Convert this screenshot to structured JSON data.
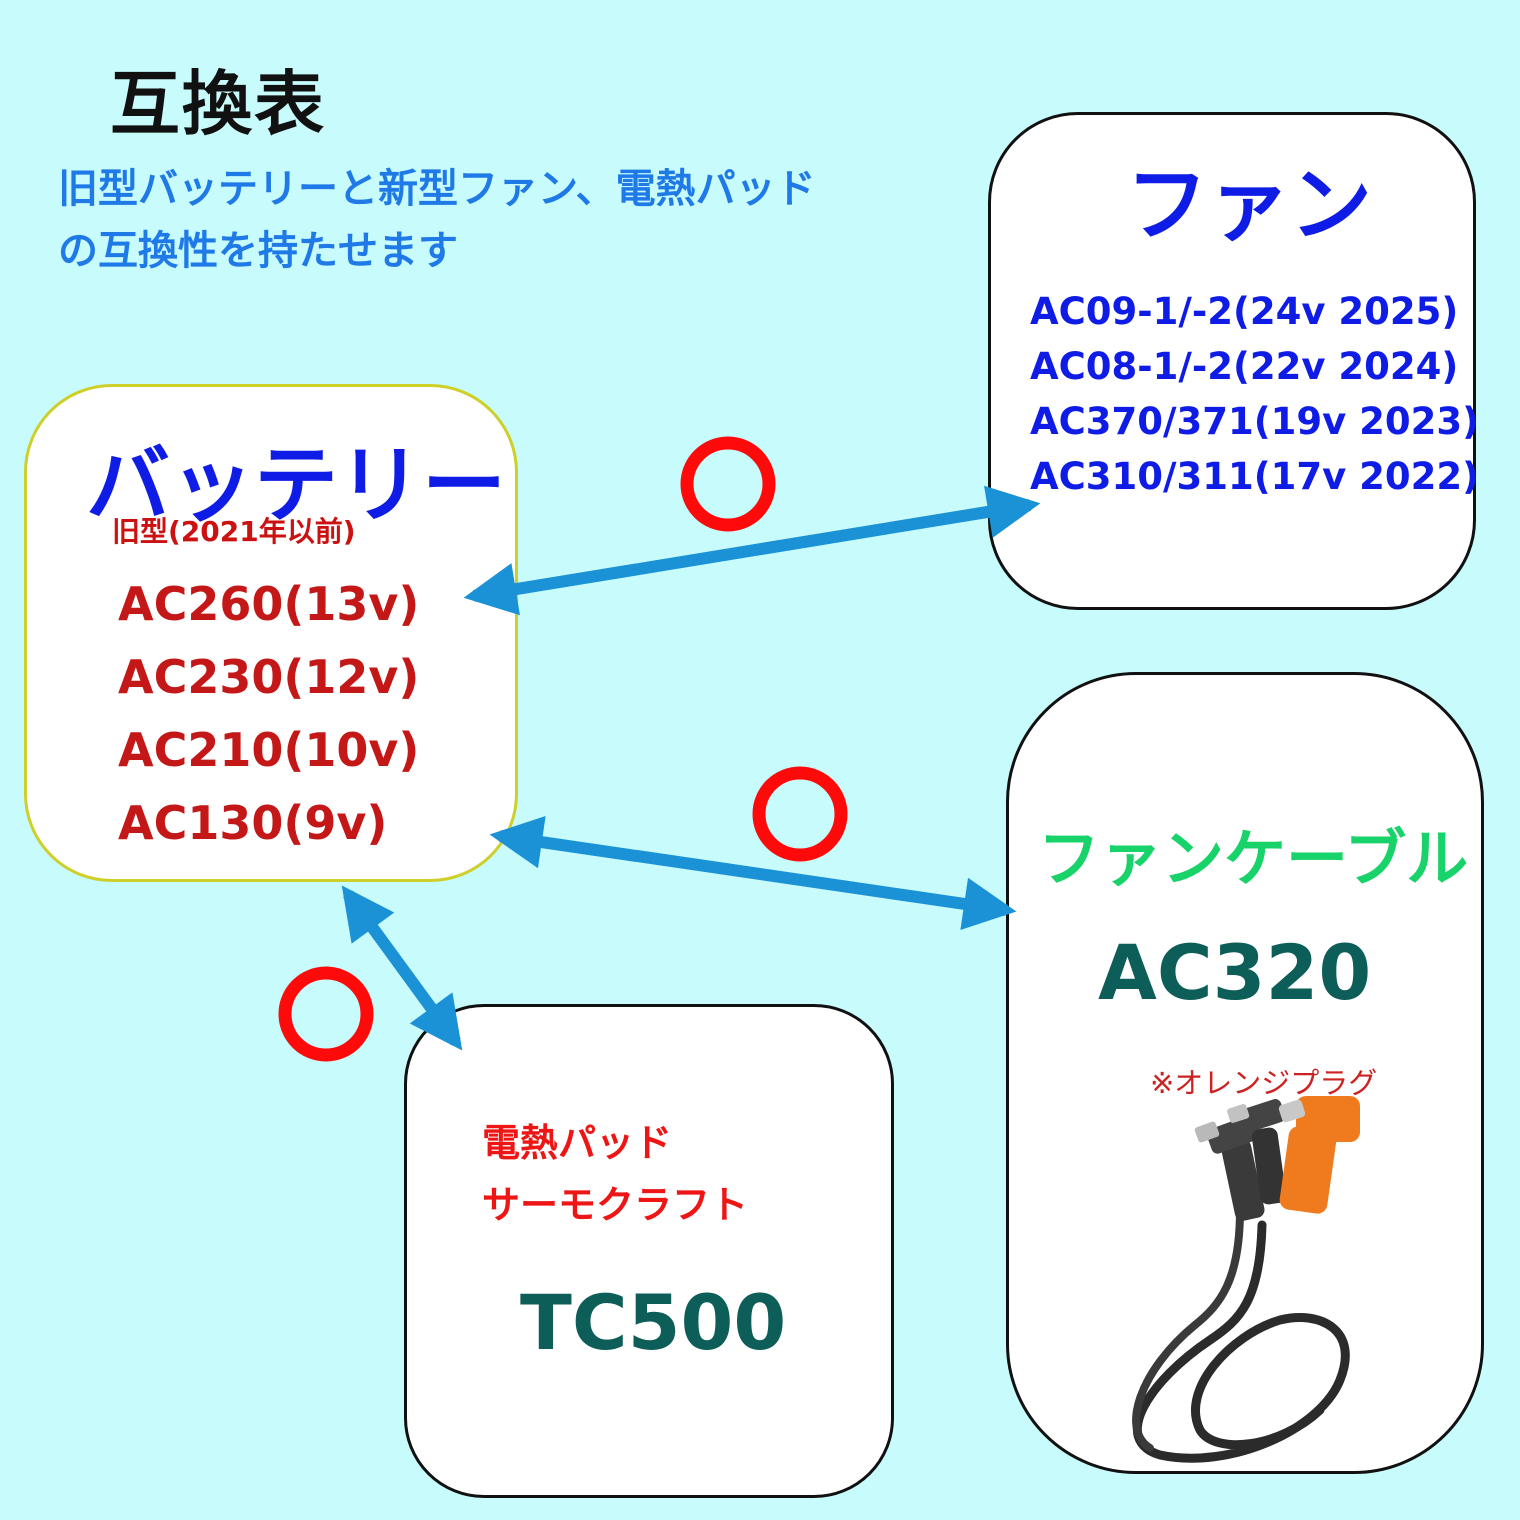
{
  "title": "互換表",
  "subtitle": {
    "line1": "旧型バッテリーと新型ファン、電熱パッド",
    "line2": "の互換性を持たせます"
  },
  "fan": {
    "heading": "ファン",
    "models": [
      "AC09-1/-2(24v 2025)",
      "AC08-1/-2(22v 2024)",
      "AC370/371(19v 2023)",
      "AC310/311(17v 2022)"
    ]
  },
  "battery": {
    "heading": "バッテリー",
    "sub": "旧型(2021年以前)",
    "models": [
      "AC260(13v)",
      "AC230(12v)",
      "AC210(10v)",
      "AC130(9v)"
    ]
  },
  "cable": {
    "heading": "ファンケーブル",
    "model": "AC320",
    "note": "※オレンジプラグ"
  },
  "pad": {
    "line1": "電熱パッド",
    "line2": "サーモクラフト",
    "model": "TC500"
  },
  "compat_mark": "○",
  "colors": {
    "background": "#c8fbfb",
    "arrow": "#1b92d6",
    "compat_mark": "#ff0a0a",
    "heading_blue": "#0f1ce6",
    "model_red": "#c41818",
    "cable_green": "#18d26a",
    "model_teal": "#0d5e58",
    "subtitle_blue": "#1f7ae8"
  }
}
